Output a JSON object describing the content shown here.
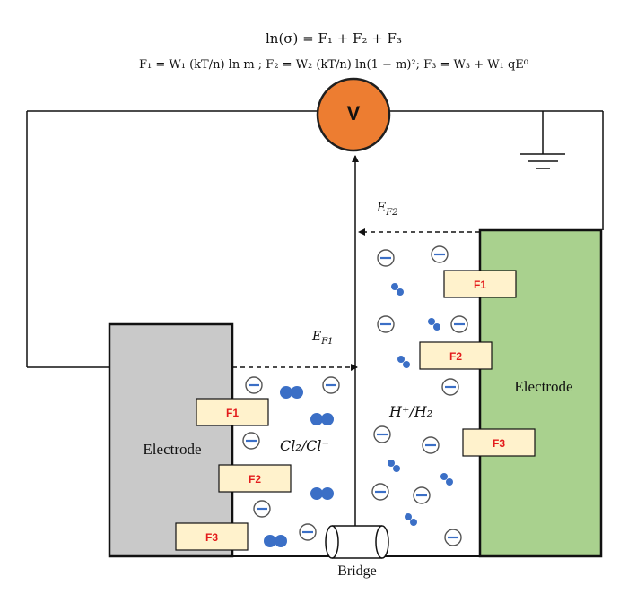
{
  "equations": {
    "line1": "ln(σ) = F₁ + F₂ + F₃",
    "line2": "F₁ = W₁ (kT/n) ln m ; F₂ = W₂ (kT/n) ln(1 − m)²; F₃ = W₃ + W₁ qE⁰"
  },
  "voltmeter": {
    "label": "V"
  },
  "field_labels": {
    "ef2": "E_F2",
    "ef1": "E_F1"
  },
  "right_electrode": {
    "label": "Electrode"
  },
  "left_electrode": {
    "label": "Electrode"
  },
  "bridge": {
    "label": "Bridge"
  },
  "species": {
    "right": "H⁺/H₂",
    "left": "Cl₂/Cl⁻"
  },
  "factor_boxes": {
    "right": [
      "F1",
      "F2",
      "F3"
    ],
    "left": [
      "F1",
      "F2",
      "F3"
    ]
  },
  "colors": {
    "right_electrode": "#a9d18e",
    "left_electrode": "#c9c9c9",
    "voltmeter": "#ed7d31",
    "factor_box": "#fff2cc",
    "molecule": "#3b6fc6"
  }
}
